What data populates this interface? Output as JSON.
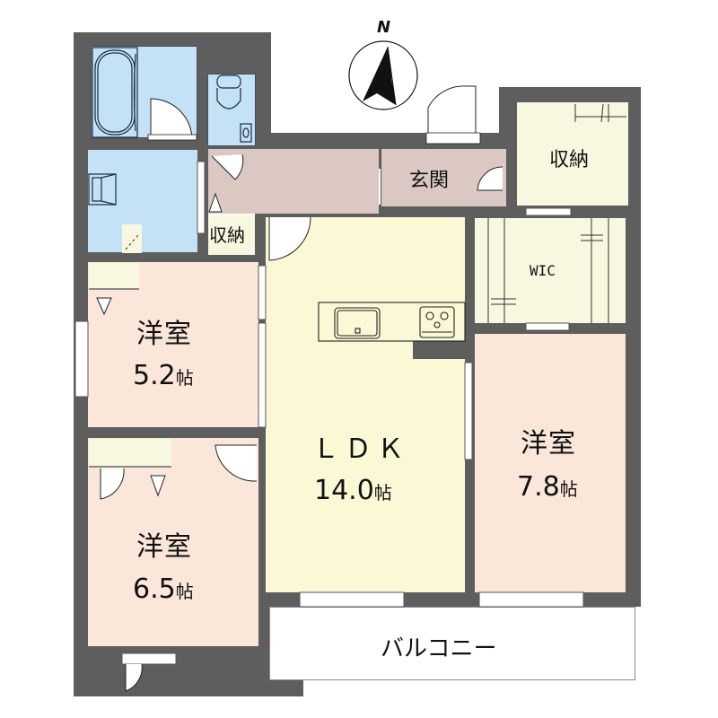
{
  "compass": {
    "label": "N",
    "icon": "north-arrow-icon"
  },
  "colors": {
    "wall": "#5e5e5e",
    "wet_area": "#c5e1f5",
    "entry": "#dcc8c2",
    "storage": "#f8f7e0",
    "ldk": "#fbf8d6",
    "bedroom": "#fbe6da",
    "balcony": "#ffffff"
  },
  "rooms": {
    "entrance": {
      "name": "玄関"
    },
    "storage_north": {
      "name": "収納"
    },
    "storage_small": {
      "name": "収納"
    },
    "wic": {
      "name": "WIC"
    },
    "bedroom_1": {
      "name": "洋室",
      "size": "5.2",
      "unit": "帖"
    },
    "bedroom_2": {
      "name": "洋室",
      "size": "6.5",
      "unit": "帖"
    },
    "bedroom_3": {
      "name": "洋室",
      "size": "7.8",
      "unit": "帖"
    },
    "ldk": {
      "name": "ＬＤＫ",
      "size": "14.0",
      "unit": "帖"
    },
    "balcony": {
      "name": "バルコニー"
    },
    "bathroom": {
      "name": ""
    },
    "washroom": {
      "name": ""
    },
    "toilet": {
      "name": ""
    }
  }
}
